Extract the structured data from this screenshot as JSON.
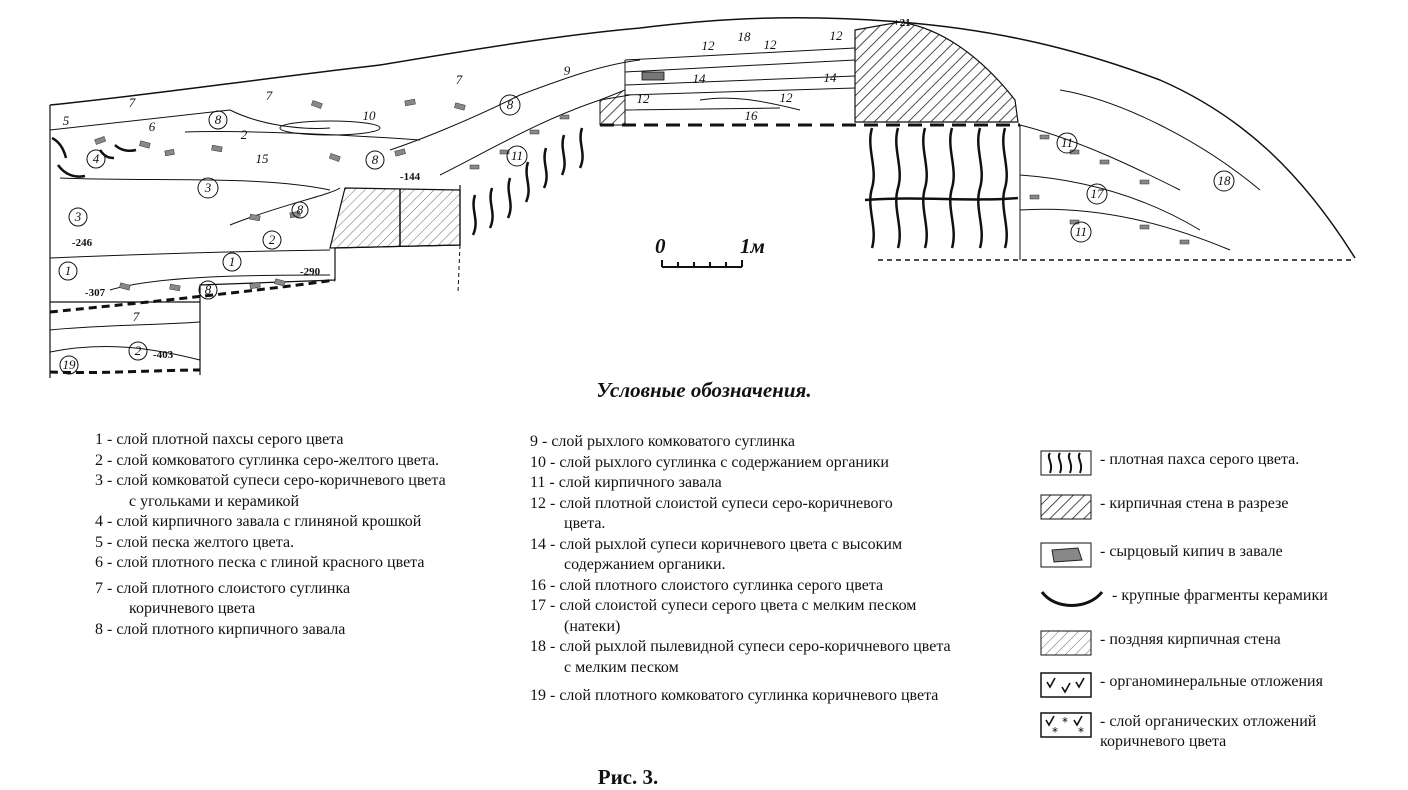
{
  "section": {
    "elevations": [
      "+21",
      "-144",
      "-246",
      "-290",
      "-307",
      "-403"
    ],
    "layer_numbers": [
      "1",
      "2",
      "3",
      "4",
      "5",
      "6",
      "7",
      "8",
      "9",
      "10",
      "11",
      "12",
      "14",
      "15",
      "16",
      "17",
      "18",
      "19"
    ],
    "scale": {
      "start": "0",
      "end": "1м"
    }
  },
  "title": "Условные обозначения.",
  "legend_left": [
    {
      "text": "1 - слой плотной пахсы серого цвета",
      "cont": ""
    },
    {
      "text": "2 - слой комковатого суглинка серо-желтого цвета.",
      "cont": ""
    },
    {
      "text": "3 - слой комковатой супеси серо-коричневого цвета",
      "cont": "с угольками и керамикой"
    },
    {
      "text": "4 - слой кирпичного завала с глиняной крошкой",
      "cont": ""
    },
    {
      "text": "5 - слой песка желтого цвета.",
      "cont": ""
    },
    {
      "text": "6 - слой плотного песка с глиной красного цвета",
      "cont": ""
    },
    {
      "text": "7 - слой плотного слоистого суглинка",
      "cont": "коричневого цвета"
    },
    {
      "text": "8 - слой плотного кирпичного завала",
      "cont": ""
    }
  ],
  "legend_right": [
    {
      "text": "9 - слой рыхлого комковатого суглинка",
      "cont": ""
    },
    {
      "text": "10 - слой рыхлого суглинка с содержанием органики",
      "cont": ""
    },
    {
      "text": "11 - слой кирпичного завала",
      "cont": ""
    },
    {
      "text": "12 - слой плотной слоистой супеси серо-коричневого",
      "cont": "цвета."
    },
    {
      "text": "14 - слой рыхлой супеси коричневого цвета с высоким",
      "cont": "содержанием органики."
    },
    {
      "text": "16 - слой плотного слоистого суглинка серого цвета",
      "cont": ""
    },
    {
      "text": "17 - слой слоистой супеси серого цвета с мелким песком",
      "cont": "(натеки)"
    },
    {
      "text": "18 - слой рыхлой пылевидной супеси серо-коричневого цвета",
      "cont": "с мелким песком"
    },
    {
      "text": "19 - слой плотного комковатого суглинка коричневого цвета",
      "cont": ""
    }
  ],
  "symbols": [
    {
      "icon": "wavy-lines-icon",
      "text": "- плотная пахса серого цвета."
    },
    {
      "icon": "hatch-icon",
      "text": "- кирпичная стена в разрезе"
    },
    {
      "icon": "brick-icon",
      "text": "- сырцовый кипич в завале"
    },
    {
      "icon": "ceramic-arc-icon",
      "text": "- крупные фрагменты керамики"
    },
    {
      "icon": "fine-hatch-icon",
      "text": "- поздняя кирпичная стена"
    },
    {
      "icon": "check-marks-icon",
      "text": "-  органоминеральные отложения"
    },
    {
      "icon": "check-star-icon",
      "text": "- слой органических  отложений",
      "cont": "коричневого цвета"
    }
  ],
  "caption": "Рис. 3."
}
